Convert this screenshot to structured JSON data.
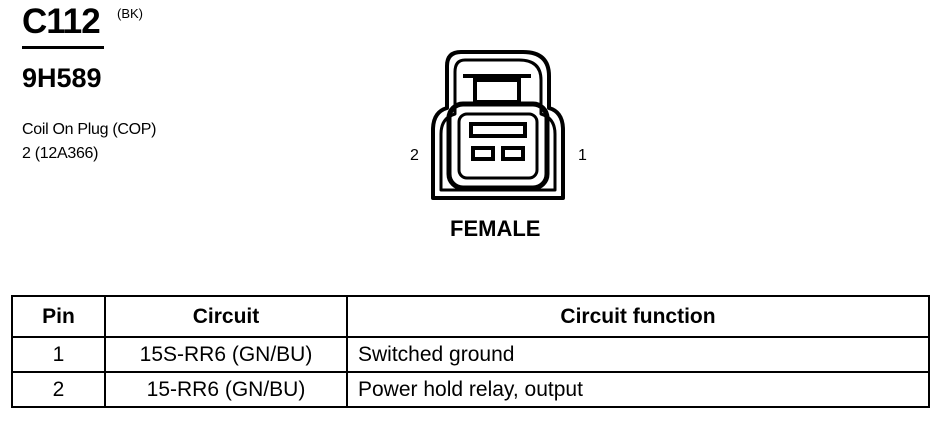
{
  "connector": {
    "id": "C112",
    "color_code": "(BK)",
    "part_number": "9H589",
    "description_line1": "Coil On Plug (COP)",
    "description_line2": "2 (12A366)",
    "pin_label_left": "2",
    "pin_label_right": "1",
    "gender": "FEMALE",
    "icon": "connector-face-icon"
  },
  "table": {
    "headers": [
      "Pin",
      "Circuit",
      "Circuit function"
    ],
    "rows": [
      {
        "pin": "1",
        "circuit": "15S-RR6 (GN/BU)",
        "function": "Switched ground"
      },
      {
        "pin": "2",
        "circuit": "15-RR6 (GN/BU)",
        "function": "Power hold relay, output"
      }
    ]
  }
}
